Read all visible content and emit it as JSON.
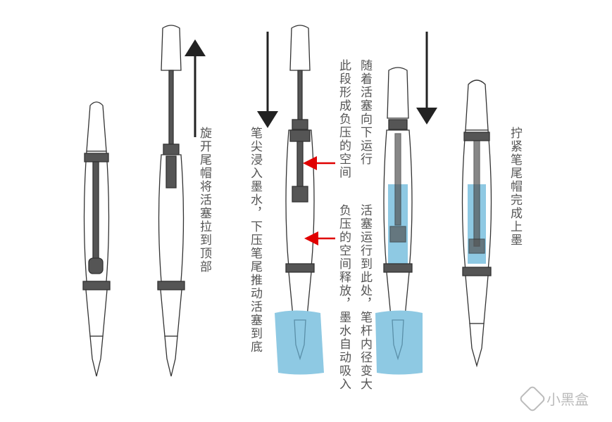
{
  "captions": {
    "step2": "旋开尾帽将活塞拉到顶部",
    "step3": "笔尖浸入墨水，下压笔尾推动活塞到底",
    "step3_note_a": "随着活塞向下运行",
    "step3_note_b": "此段形成负压的空间",
    "step4_note_a": "活塞运行到此处，笔杆内径变大",
    "step4_note_b": "负压的空间释放，墨水自动吸入",
    "step5": "拧紧笔尾帽完成上墨"
  },
  "watermark": "小黑盒",
  "colors": {
    "ink": "#8ec9e3",
    "arrow_red": "#e00000",
    "part_dark": "#555555"
  }
}
